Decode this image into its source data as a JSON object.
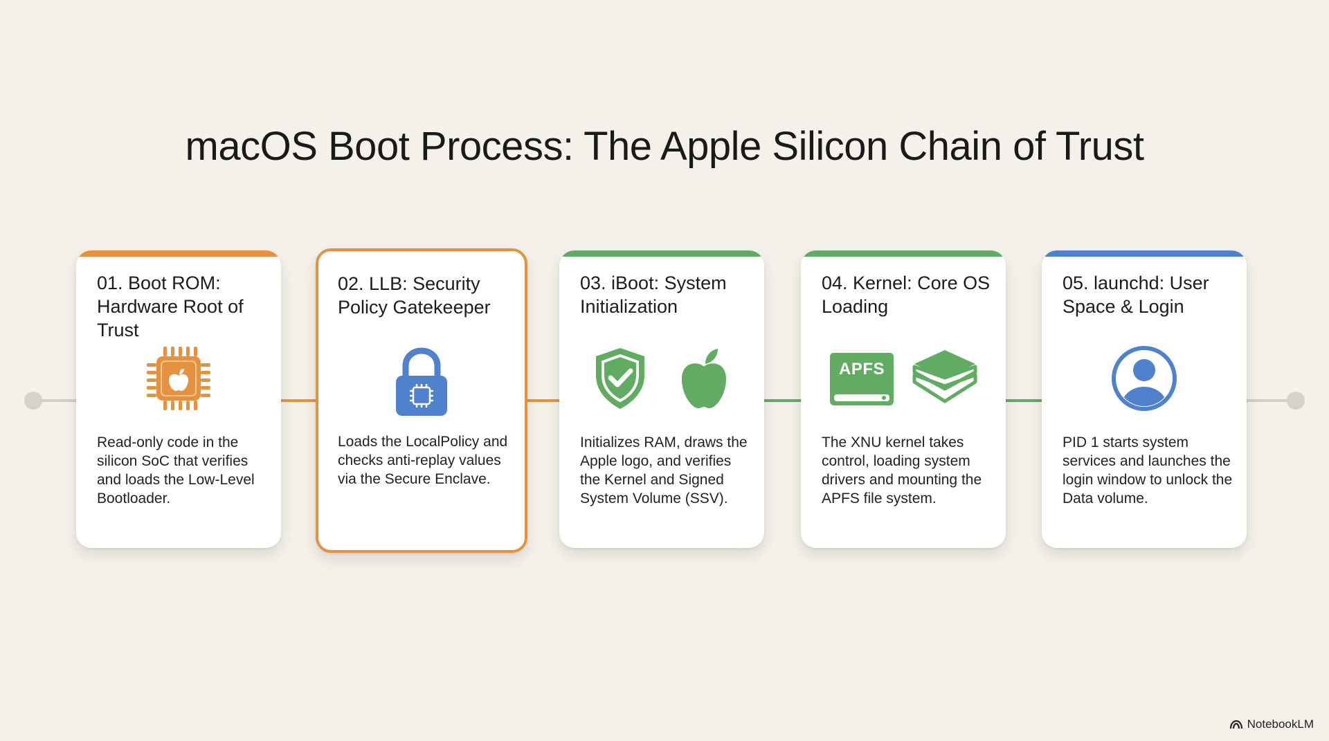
{
  "title": "macOS Boot Process: The Apple Silicon Chain of Trust",
  "colors": {
    "orange": "#e6913f",
    "green": "#62ab63",
    "blue": "#4f81cc",
    "connector_gray": "#d2cfc7"
  },
  "steps": [
    {
      "title": "01. Boot ROM: Hardware Root of Trust",
      "description": "Read-only code in the silicon SoC that verifies and loads the Low-Level Bootloader.",
      "icon": "chip-apple-icon",
      "accent": "#e6913f"
    },
    {
      "title": "02. LLB: Security Policy Gatekeeper",
      "description": "Loads the LocalPolicy and checks anti-replay values via the Secure Enclave.",
      "icon": "padlock-chip-icon",
      "accent": "#e6913f"
    },
    {
      "title": "03. iBoot: System Initialization",
      "description": "Initializes RAM, draws the Apple logo, and verifies the Kernel and Signed System Volume (SSV).",
      "icon": "shield-check-apple-icon",
      "accent": "#62ab63"
    },
    {
      "title": "04. Kernel: Core OS Loading",
      "description": "The XNU kernel takes control, loading system drivers and mounting the APFS file system.",
      "icon": "apfs-drive-layers-icon",
      "icon_label": "APFS",
      "accent": "#62ab63"
    },
    {
      "title": "05. launchd: User Space & Login",
      "description": "PID 1 starts system services and launches the login window to unlock the Data volume.",
      "icon": "user-circle-icon",
      "accent": "#4f81cc"
    }
  ],
  "watermark": "NotebookLM"
}
